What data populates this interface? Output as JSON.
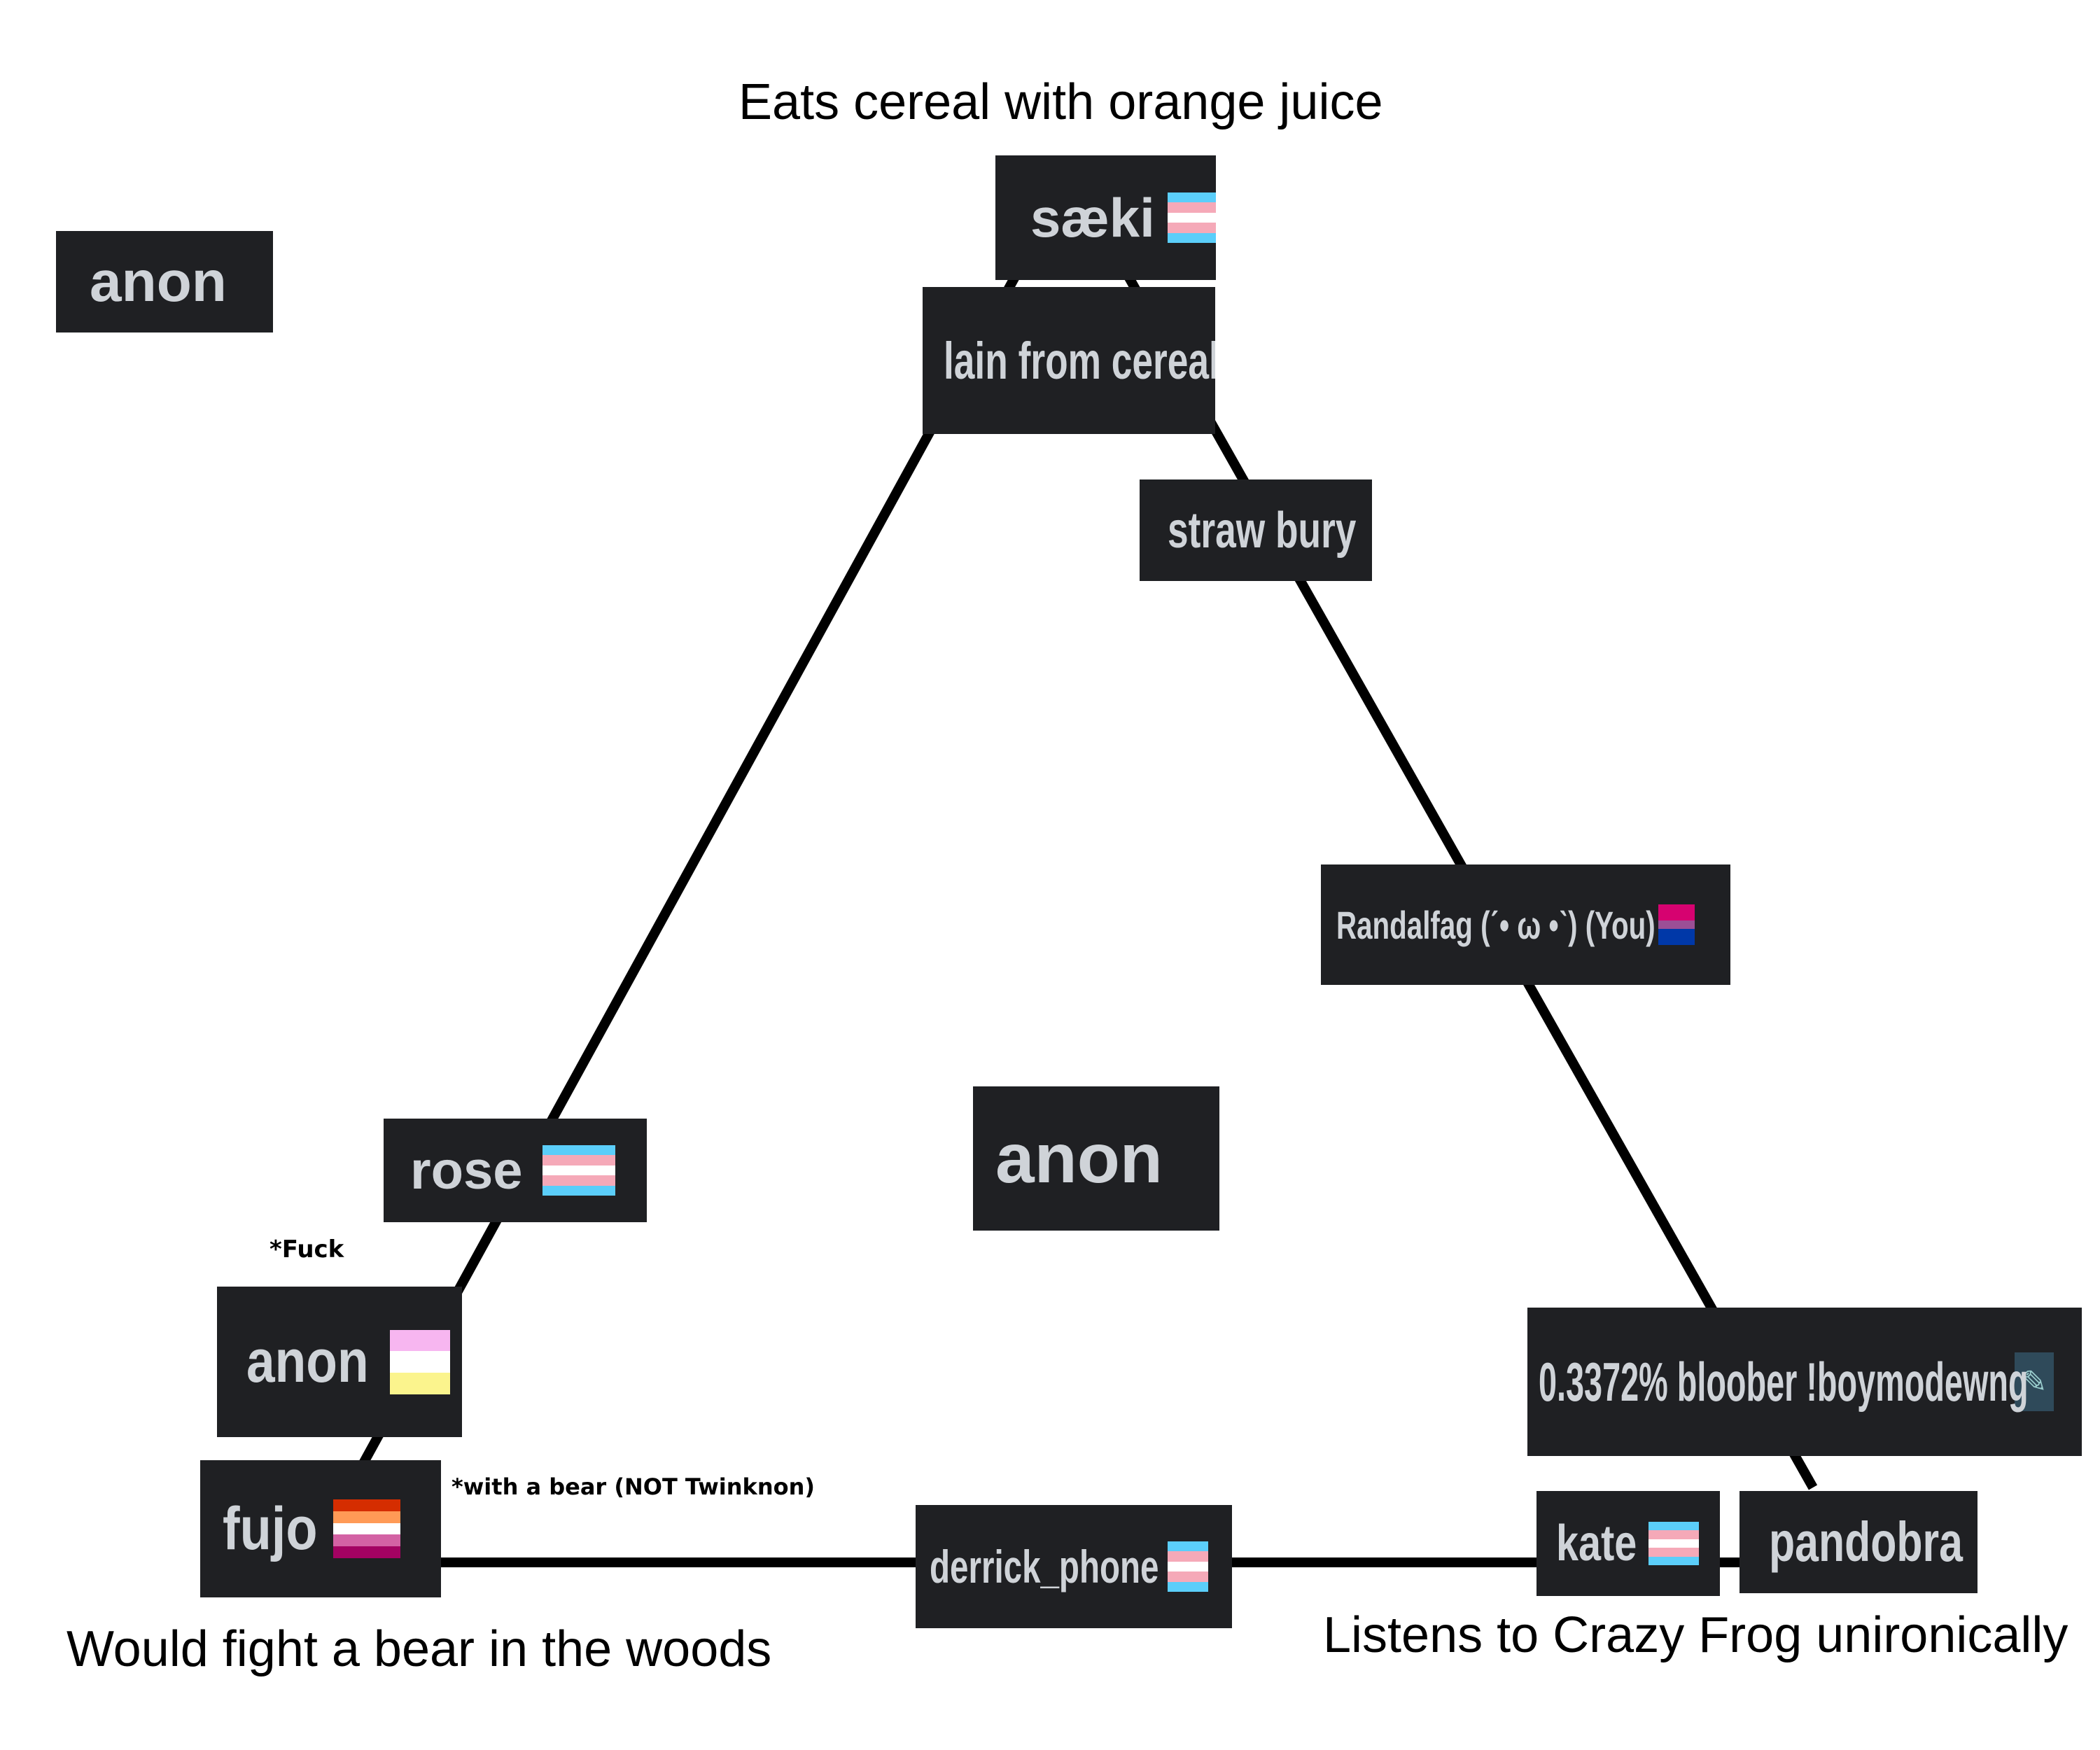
{
  "captions": {
    "top": "Eats cereal with orange juice",
    "bottom_left": "Would fight a bear in the woods",
    "bottom_right": "Listens to Crazy Frog unironically"
  },
  "notes": {
    "fuck": "*Fuck",
    "bear": "*with a bear (NOT Twinknon)"
  },
  "tags": {
    "anon_top_left": "anon",
    "saeki": "sæki",
    "lain": "lain from cereal",
    "strawbury": "straw bury",
    "randalfag": "Randalfag (ˊ• ω •ˋ) (You)",
    "anon_center": "anon",
    "rose": "rose",
    "anon_left": "anon",
    "fujo": "fujo",
    "derrick": "derrick_phone",
    "kate": "kate",
    "pandobra": "pandobra",
    "bloober": "0.3372% bloober !boymodewng"
  },
  "colors": {
    "tag_bg": "#1f2023",
    "tag_text": "#cfd3d8",
    "trans_flag": [
      "#5bcefa",
      "#f5a9b8",
      "#ffffff",
      "#f5a9b8",
      "#5bcefa"
    ],
    "bi_flag": [
      "#d60270",
      "#9b4f96",
      "#0038a8"
    ],
    "lesbian_flag": [
      "#d52d00",
      "#ff9a56",
      "#ffffff",
      "#d362a4",
      "#a30262"
    ],
    "pastel_flag": [
      "#f7b6f0",
      "#ffffff",
      "#fbf48d"
    ]
  }
}
